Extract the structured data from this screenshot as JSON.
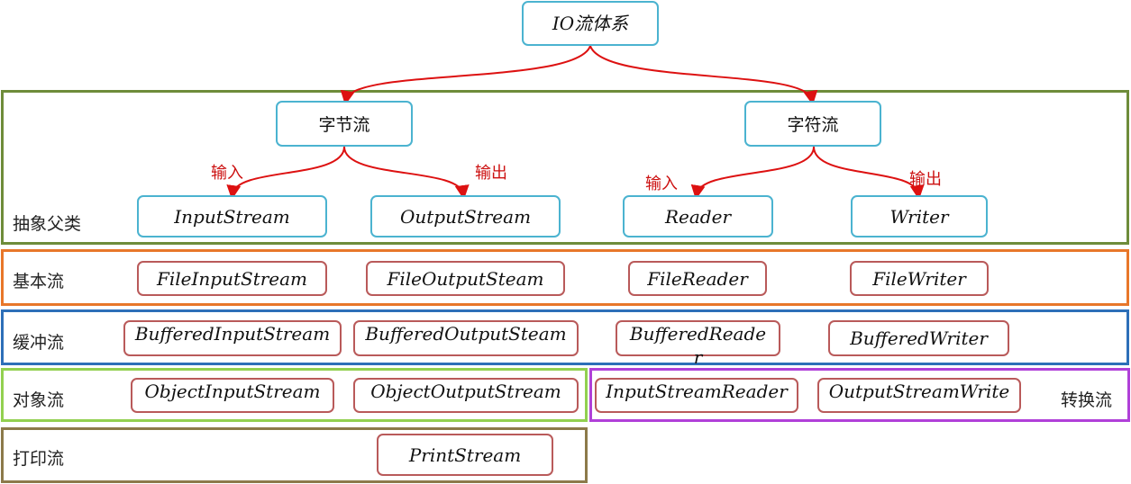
{
  "root": "IO流体系",
  "branches": {
    "byte": "字节流",
    "char": "字符流"
  },
  "arrow_labels": {
    "byte_in": "输入",
    "byte_out": "输出",
    "char_in": "输入",
    "char_out": "输出"
  },
  "rows": {
    "abstract": {
      "label": "抽象父类",
      "items": [
        "InputStream",
        "OutputStream",
        "Reader",
        "Writer"
      ]
    },
    "basic": {
      "label": "基本流",
      "items": [
        "FileInputStream",
        "FileOutputSteam",
        "FileReader",
        "FileWriter"
      ]
    },
    "buffered": {
      "label": "缓冲流",
      "items": [
        "BufferedInputStream",
        "BufferedOutputSteam",
        "BufferedReader",
        "BufferedWriter"
      ]
    },
    "object": {
      "label": "对象流",
      "items": [
        "ObjectInputStream",
        "ObjectOutputStream"
      ]
    },
    "convert": {
      "label": "转换流",
      "items": [
        "InputStreamReader",
        "OutputStreamWrite"
      ]
    },
    "print": {
      "label": "打印流",
      "items": [
        "PrintStream"
      ]
    }
  },
  "colors": {
    "node_border_blue": "#4bb3d0",
    "node_border_red": "#b95a5a",
    "arrow": "#dd1111",
    "band_abstract": "#6e8c3a",
    "band_basic": "#e8772a",
    "band_buffered": "#2d6fb8",
    "band_object": "#92d050",
    "band_convert": "#b040d8",
    "band_print": "#8c7a4a"
  }
}
